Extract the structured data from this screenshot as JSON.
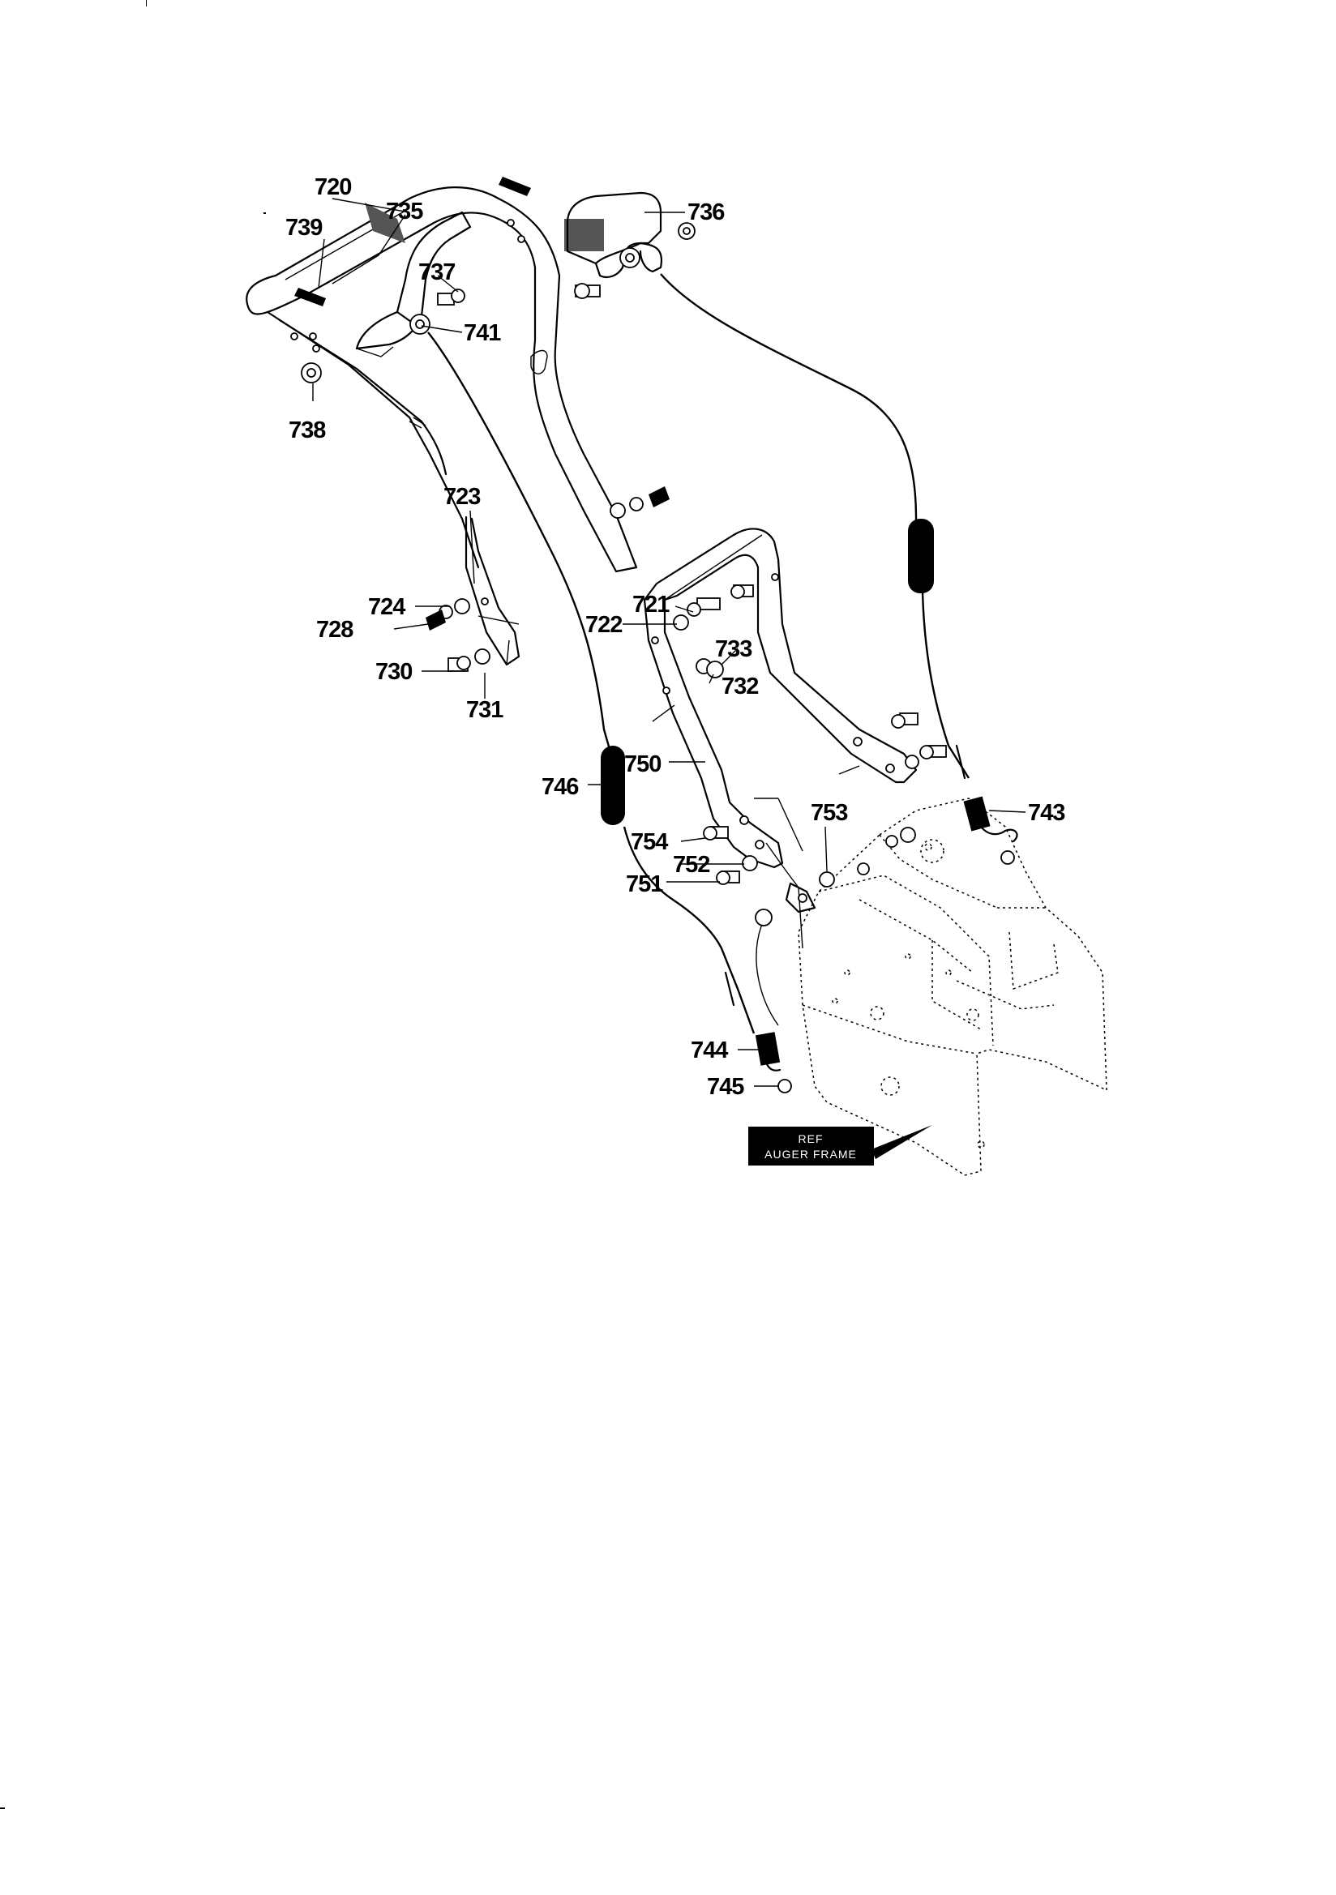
{
  "diagram": {
    "part_labels": {
      "p720": "720",
      "p739": "739",
      "p735": "735",
      "p737": "737",
      "p741": "741",
      "p738": "738",
      "p736": "736",
      "p723": "723",
      "p724": "724",
      "p728": "728",
      "p730": "730",
      "p731": "731",
      "p721": "721",
      "p722": "722",
      "p733": "733",
      "p732": "732",
      "p750": "750",
      "p746": "746",
      "p753": "753",
      "p743": "743",
      "p754": "754",
      "p752": "752",
      "p751": "751",
      "p744": "744",
      "p745": "745"
    },
    "reference_box": {
      "line1": "REF",
      "line2": "AUGER FRAME"
    }
  }
}
